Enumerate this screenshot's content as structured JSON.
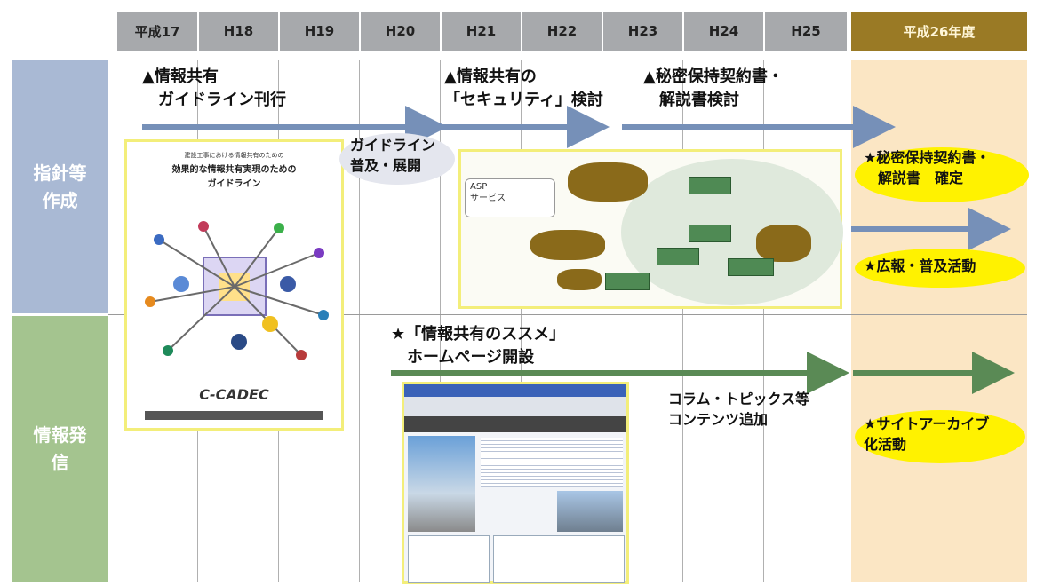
{
  "header": {
    "years": [
      "平成17",
      "H18",
      "H19",
      "H20",
      "H21",
      "H22",
      "H23",
      "H24",
      "H25"
    ],
    "final_year": "平成26年度"
  },
  "rows": {
    "guidelines_label": "指針等\n作成",
    "outreach_label": "情報発\n信"
  },
  "milestones": {
    "m1": "▲情報共有\n　ガイドライン刊行",
    "m2": "ガイドライン\n普及・展開",
    "m3": "▲情報共有の\n「セキュリティ」検討",
    "m4": "▲秘密保持契約書・\n　解説書検討",
    "m5": "★秘密保持契約書・\n　解説書　確定",
    "m6": "★広報・普及活動",
    "m7": "★「情報共有のススメ」\n　ホームページ開設",
    "m8": "コラム・トピックス等\nコンテンツ追加",
    "m9": "★サイトアーカイブ\n化活動"
  },
  "booklet": {
    "line1": "建設工事における情報共有のための",
    "line2": "効果的な情報共有実現のための",
    "line3": "ガイドライン",
    "logo": "C-CADEC"
  },
  "diagram": {
    "asp": "ASP\nサービス"
  },
  "colors": {
    "header_gray": "#a7a9ac",
    "header_gold": "#9a7a25",
    "row1_blue": "#a9b9d4",
    "row2_green": "#a4c48f",
    "final_column": "#fbe6c4",
    "arrow_blue": "#7690b8",
    "arrow_green": "#5a8a55",
    "highlight_yellow": "#fff200"
  }
}
